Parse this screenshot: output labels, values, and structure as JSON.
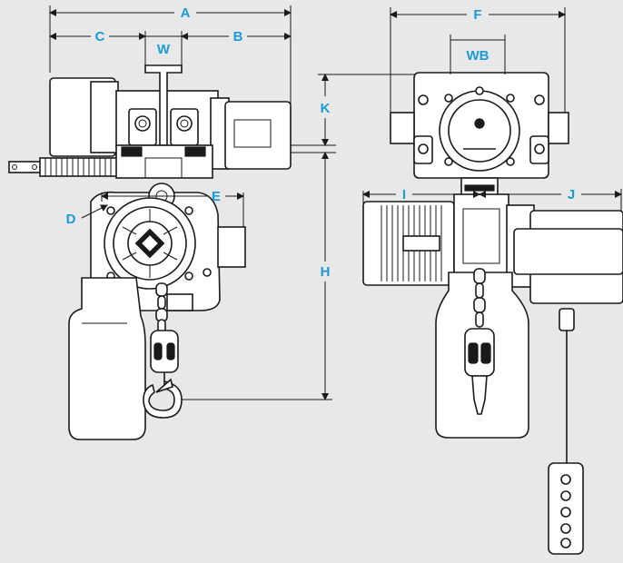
{
  "dimensions": {
    "A": "A",
    "B": "B",
    "C": "C",
    "W": "W",
    "D": "D",
    "E": "E",
    "K": "K",
    "H": "H",
    "F": "F",
    "WB": "WB",
    "I": "I",
    "J": "J"
  },
  "colors": {
    "background": "#e8e8e8",
    "dimension_label": "#1b9ad6",
    "line": "#1a1a1a",
    "fill": "#ffffff"
  }
}
